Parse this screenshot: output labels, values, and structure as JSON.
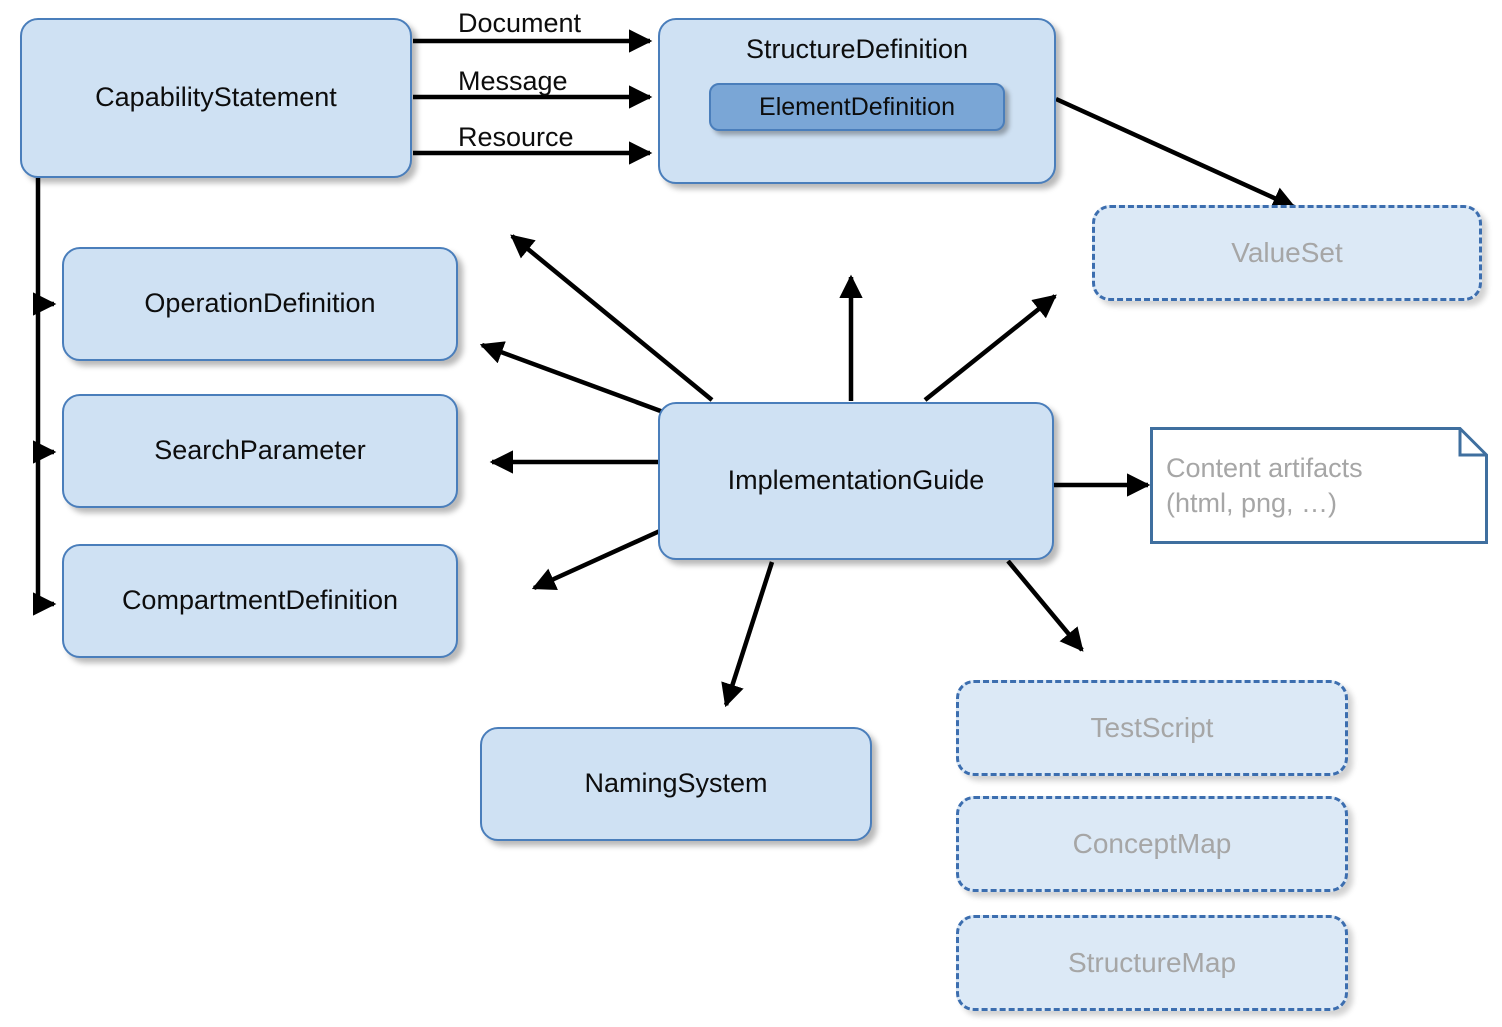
{
  "diagram": {
    "title": "FHIR Conformance and Implementation Guide resource relationships",
    "colors": {
      "solid_fill": "#cfe1f3",
      "solid_border": "#4a7ebb",
      "dashed_fill": "#dce9f6",
      "dashed_border": "#3c6eaf",
      "inner_fill": "#7aa6d6",
      "muted_text": "#a6a6a6",
      "text": "#0d0d0d",
      "arrow": "#000000",
      "note_border": "#3f6f9f",
      "background": "#ffffff"
    },
    "nodes": {
      "capability_statement": {
        "label": "CapabilityStatement",
        "style": "solid"
      },
      "structure_definition": {
        "label": "StructureDefinition",
        "style": "solid"
      },
      "element_definition": {
        "label": "ElementDefinition",
        "style": "inner-dark"
      },
      "value_set": {
        "label": "ValueSet",
        "style": "dashed"
      },
      "operation_definition": {
        "label": "OperationDefinition",
        "style": "solid"
      },
      "search_parameter": {
        "label": "SearchParameter",
        "style": "solid"
      },
      "compartment_definition": {
        "label": "CompartmentDefinition",
        "style": "solid"
      },
      "implementation_guide": {
        "label": "ImplementationGuide",
        "style": "solid"
      },
      "naming_system": {
        "label": "NamingSystem",
        "style": "solid"
      },
      "content_artifacts": {
        "label": "Content artifacts\n(html, png, …)",
        "style": "note"
      },
      "test_script": {
        "label": "TestScript",
        "style": "dashed"
      },
      "concept_map": {
        "label": "ConceptMap",
        "style": "dashed"
      },
      "structure_map": {
        "label": "StructureMap",
        "style": "dashed"
      }
    },
    "edge_labels": {
      "document": "Document",
      "message": "Message",
      "resource": "Resource"
    }
  }
}
